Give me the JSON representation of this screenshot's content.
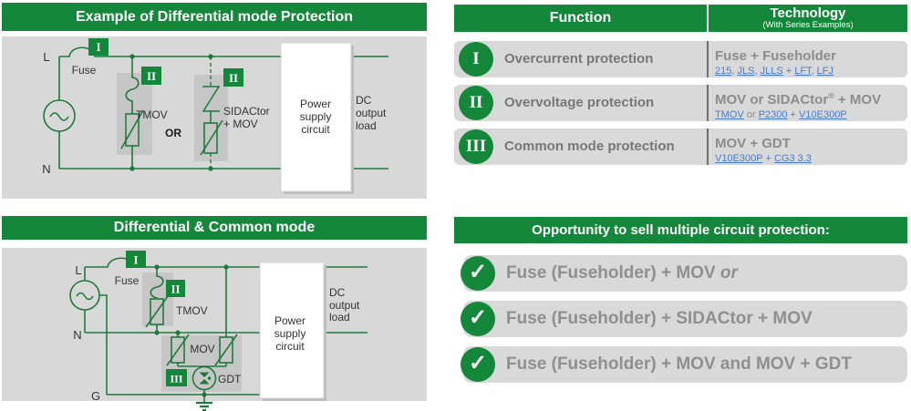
{
  "colors": {
    "green": "#14873B",
    "line_green": "#1E7A3C",
    "panel_gray": "#d8d8d8",
    "component_gray": "#c6c6c6",
    "function_text_gray": "#777777",
    "tech_text_gray": "#8c8c8c",
    "link_blue": "#4a7cc8"
  },
  "panel_diff": {
    "title": "Example of Differential mode Protection",
    "l": "L",
    "n": "N",
    "fuse": "Fuse",
    "badge1": "I",
    "badge2": "II",
    "badge2b": "II",
    "tmov": "TMOV",
    "or": "OR",
    "sidactor1": "SIDACtor",
    "sidactor2": "+ MOV",
    "ps1": "Power",
    "ps2": "supply",
    "ps3": "circuit",
    "dc1": "DC",
    "dc2": "output",
    "dc3": "load"
  },
  "panel_common": {
    "title": "Differential & Common mode",
    "l": "L",
    "n": "N",
    "g": "G",
    "fuse": "Fuse",
    "badge1": "I",
    "badge2": "II",
    "badge3": "III",
    "tmov": "TMOV",
    "mov": "MOV",
    "gdt": "GDT",
    "ps1": "Power",
    "ps2": "supply",
    "ps3": "circuit",
    "dc1": "DC",
    "dc2": "output",
    "dc3": "load"
  },
  "function_table": {
    "header": {
      "function": "Function",
      "technology": "Technology",
      "subtitle": "(With Series Examples)"
    },
    "rows": [
      {
        "numeral": "I",
        "function": "Overcurrent protection",
        "tech_pre": "Fuse + Fuseholder",
        "tech_sup": "",
        "tech_post": "",
        "segs": [
          "215",
          ", ",
          "JLS",
          ", ",
          "JLLS",
          " + ",
          "LFT",
          ", ",
          "LFJ"
        ]
      },
      {
        "numeral": "II",
        "function": "Overvoltage protection",
        "tech_pre": "MOV or SIDACtor",
        "tech_sup": "®",
        "tech_post": " + MOV",
        "segs": [
          "TMOV",
          " or ",
          "P2300",
          " + ",
          "V10E300P"
        ]
      },
      {
        "numeral": "III",
        "function": "Common mode protection",
        "tech_pre": "MOV + GDT",
        "tech_sup": "",
        "tech_post": "",
        "segs": [
          "V10E300P",
          " + ",
          "CG3 3.3"
        ]
      }
    ]
  },
  "opportunity": {
    "title": "Opportunity to sell multiple circuit protection:",
    "check": "✓",
    "items": [
      {
        "main": "Fuse (Fuseholder) + MOV ",
        "italic": "or"
      },
      {
        "main": "Fuse (Fuseholder) + SIDACtor + MOV",
        "italic": ""
      },
      {
        "main": "Fuse (Fuseholder) + MOV and MOV + GDT",
        "italic": ""
      }
    ]
  }
}
